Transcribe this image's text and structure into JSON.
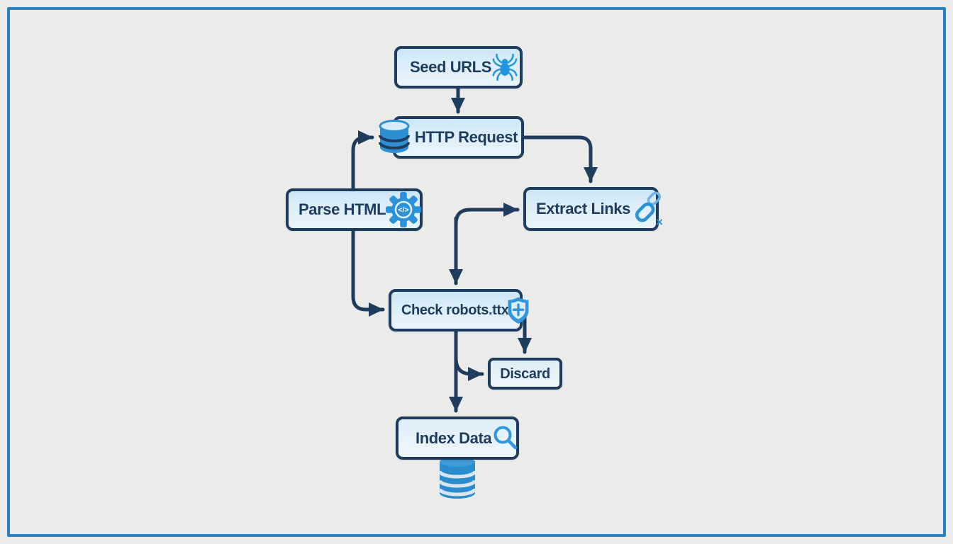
{
  "page": {
    "background_color": "#ebebe9",
    "frame_color": "#2a82c1",
    "description": "Web crawler pipeline flowchart"
  },
  "diagram": {
    "type": "flowchart",
    "colors": {
      "node_border": "#1e3c5e",
      "node_fill": "#ddeef9",
      "edge_color": "#1e3c5e",
      "icon_blue": "#2b91d8",
      "text_color": "#1e3c5e"
    },
    "nodes": {
      "seed_urls": {
        "label": "Seed URLS",
        "icon": "spider-icon"
      },
      "http_request": {
        "label": "HTTP Request",
        "icon": "database-icon"
      },
      "parse_html": {
        "label": "Parse HTML",
        "icon": "gear-code-icon"
      },
      "extract_links": {
        "label": "Extract Links",
        "icon": "chain-links-icon"
      },
      "check_robots": {
        "label": "Check robots.ttx",
        "icon": "shield-check-icon"
      },
      "discard": {
        "label": "Discard",
        "icon": null
      },
      "index_data": {
        "label": "Index Data",
        "icon": "search-icon"
      },
      "storage": {
        "label": "",
        "icon": "database-cylinder-icon"
      }
    },
    "edges": [
      {
        "from": "seed_urls",
        "to": "http_request"
      },
      {
        "from": "http_request",
        "to": "extract_links"
      },
      {
        "from": "parse_html",
        "to": "http_request"
      },
      {
        "from": "parse_html",
        "to": "check_robots"
      },
      {
        "from": "junction",
        "to": "extract_links"
      },
      {
        "from": "junction",
        "to": "check_robots"
      },
      {
        "from": "check_robots",
        "to": "discard",
        "via": "top"
      },
      {
        "from": "check_robots",
        "to": "discard",
        "via": "side-branch"
      },
      {
        "from": "check_robots",
        "to": "index_data"
      },
      {
        "from": "index_data",
        "to": "storage"
      }
    ]
  }
}
